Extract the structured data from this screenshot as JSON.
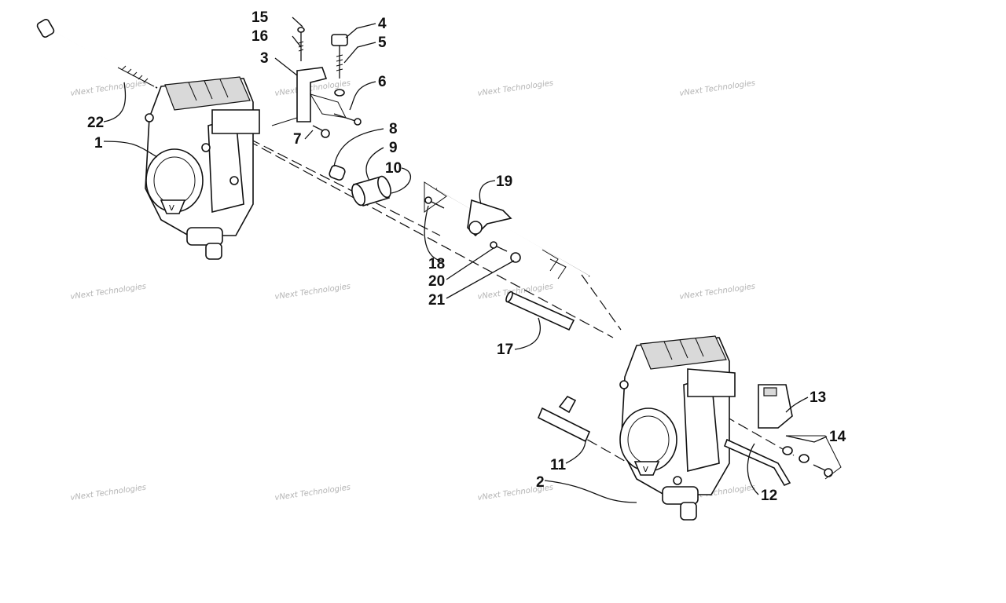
{
  "watermark_text": "vNext Technologies",
  "callouts": [
    {
      "id": "1",
      "label": "1"
    },
    {
      "id": "2",
      "label": "2"
    },
    {
      "id": "3",
      "label": "3"
    },
    {
      "id": "4",
      "label": "4"
    },
    {
      "id": "5",
      "label": "5"
    },
    {
      "id": "6",
      "label": "6"
    },
    {
      "id": "7",
      "label": "7"
    },
    {
      "id": "8",
      "label": "8"
    },
    {
      "id": "9",
      "label": "9"
    },
    {
      "id": "10",
      "label": "10"
    },
    {
      "id": "11",
      "label": "11"
    },
    {
      "id": "12",
      "label": "12"
    },
    {
      "id": "13",
      "label": "13"
    },
    {
      "id": "14",
      "label": "14"
    },
    {
      "id": "15",
      "label": "15"
    },
    {
      "id": "16",
      "label": "16"
    },
    {
      "id": "17",
      "label": "17"
    },
    {
      "id": "18",
      "label": "18"
    },
    {
      "id": "19",
      "label": "19"
    },
    {
      "id": "20",
      "label": "20"
    },
    {
      "id": "21",
      "label": "21"
    },
    {
      "id": "22",
      "label": "22"
    }
  ]
}
